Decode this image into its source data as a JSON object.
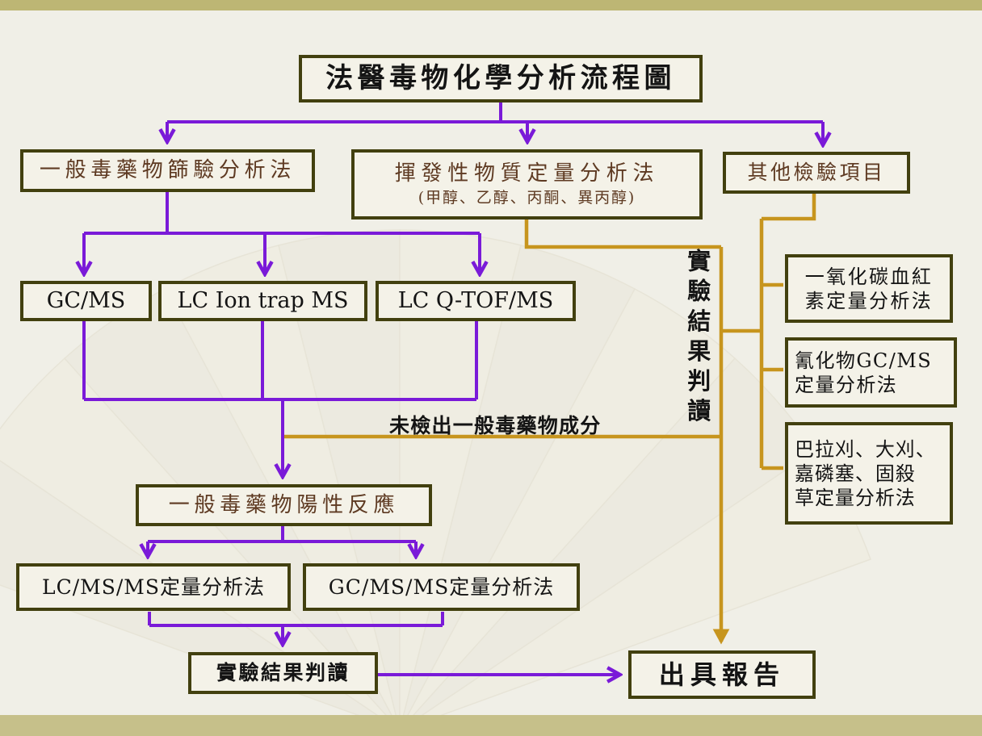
{
  "slide": {
    "title": "法醫毒物化學分析流程圖"
  },
  "boxes": {
    "screening": {
      "label": "一般毒藥物篩驗分析法"
    },
    "volatile": {
      "line1": "揮發性物質定量分析法",
      "line2": "(甲醇、乙醇、丙酮、異丙醇)"
    },
    "other_tests": {
      "label": "其他檢驗項目"
    },
    "gc_ms": {
      "label": "GC/MS"
    },
    "lc_ion_trap_ms": {
      "label": "LC Ion trap MS"
    },
    "lc_qtof_ms": {
      "label": "LC Q-TOF/MS"
    },
    "co_hemoglobin": {
      "line1": "一氧化碳血紅",
      "line2": "素定量分析法"
    },
    "cyanide": {
      "line1": "氰化物GC/MS",
      "line2": "定量分析法"
    },
    "herbicides": {
      "line1": "巴拉刈、大刈、",
      "line2": "嘉磷塞、固殺",
      "line3": "草定量分析法"
    },
    "positive_reaction": {
      "label": "一般毒藥物陽性反應"
    },
    "lc_ms_ms": {
      "label": "LC/MS/MS定量分析法"
    },
    "gc_ms_ms": {
      "label": "GC/MS/MS定量分析法"
    },
    "result_interpretation": {
      "label": "實驗結果判讀"
    },
    "issue_report": {
      "label": "出具報告"
    }
  },
  "labels": {
    "vertical_result_interpretation": "實驗結果判讀",
    "not_detected": "未檢出一般毒藥物成分"
  },
  "colors": {
    "background": "#f0efe7",
    "top_bar": "#bdb674",
    "bottom_bar": "#c6c08a",
    "box_border": "#42400f",
    "box_fill": "#f4f2e8",
    "brown_text": "#5e3a22",
    "black_text": "#141414",
    "purple_connector": "#7a1ad8",
    "gold_connector": "#c7951e"
  }
}
